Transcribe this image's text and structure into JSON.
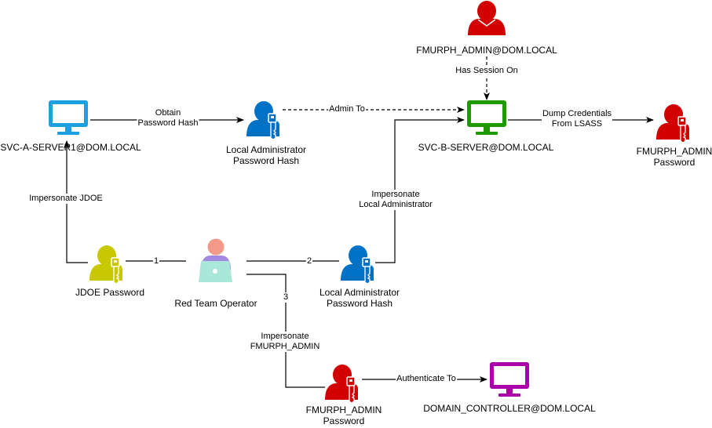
{
  "colors": {
    "server_a": "#1ba1e2",
    "server_b": "#1e9a00",
    "domain_controller": "#aa00aa",
    "local_admin": "#0071c5",
    "jdoe": "#c8c800",
    "fmurph": "#d20000",
    "operator_head": "#f29987",
    "operator_body": "#a488e0",
    "operator_laptop": "#a9e8d8",
    "edge": "#000000"
  },
  "nodes": {
    "svc_a_server": {
      "label": "SVC-A-SERVER1@DOM.LOCAL",
      "icon": "monitor-icon"
    },
    "local_admin_hash_top": {
      "label_lines": [
        "Local Administrator",
        "Password Hash"
      ],
      "icon": "user-key-icon"
    },
    "svc_b_server": {
      "label": "SVC-B-SERVER@DOM.LOCAL",
      "icon": "monitor-icon"
    },
    "fmurph_admin_user": {
      "label": "FMURPH_ADMIN@DOM.LOCAL",
      "icon": "user-icon"
    },
    "fmurph_password_right": {
      "label_lines": [
        "FMURPH_ADMIN",
        "Password"
      ],
      "icon": "user-key-icon"
    },
    "jdoe_password": {
      "label": "JDOE Password",
      "icon": "user-key-icon"
    },
    "red_team_operator": {
      "label": "Red Team Operator",
      "icon": "operator-laptop-icon"
    },
    "local_admin_hash_bottom": {
      "label_lines": [
        "Local Administrator",
        "Password Hash"
      ],
      "icon": "user-key-icon"
    },
    "fmurph_password_bottom": {
      "label_lines": [
        "FMURPH_ADMIN",
        "Password"
      ],
      "icon": "user-key-icon"
    },
    "domain_controller": {
      "label": "DOMAIN_CONTROLLER@DOM.LOCAL",
      "icon": "monitor-icon"
    }
  },
  "edges": {
    "obtain_hash": {
      "label_lines": [
        "Obtain",
        "Password Hash"
      ]
    },
    "admin_to": {
      "label": "Admin To"
    },
    "has_session_on": {
      "label": "Has Session On"
    },
    "dump_credentials": {
      "label_lines": [
        "Dump Credentials",
        "From LSASS"
      ]
    },
    "impersonate_jdoe": {
      "label": "Impersonate JDOE"
    },
    "impersonate_local_admin": {
      "label_lines": [
        "Impersonate",
        "Local Administrator"
      ]
    },
    "step_1": {
      "label": "1"
    },
    "step_2": {
      "label": "2"
    },
    "step_3": {
      "label": "3"
    },
    "impersonate_fmurph": {
      "label_lines": [
        "Impersonate",
        "FMURPH_ADMIN"
      ]
    },
    "authenticate_to": {
      "label": "Authenticate To"
    }
  }
}
